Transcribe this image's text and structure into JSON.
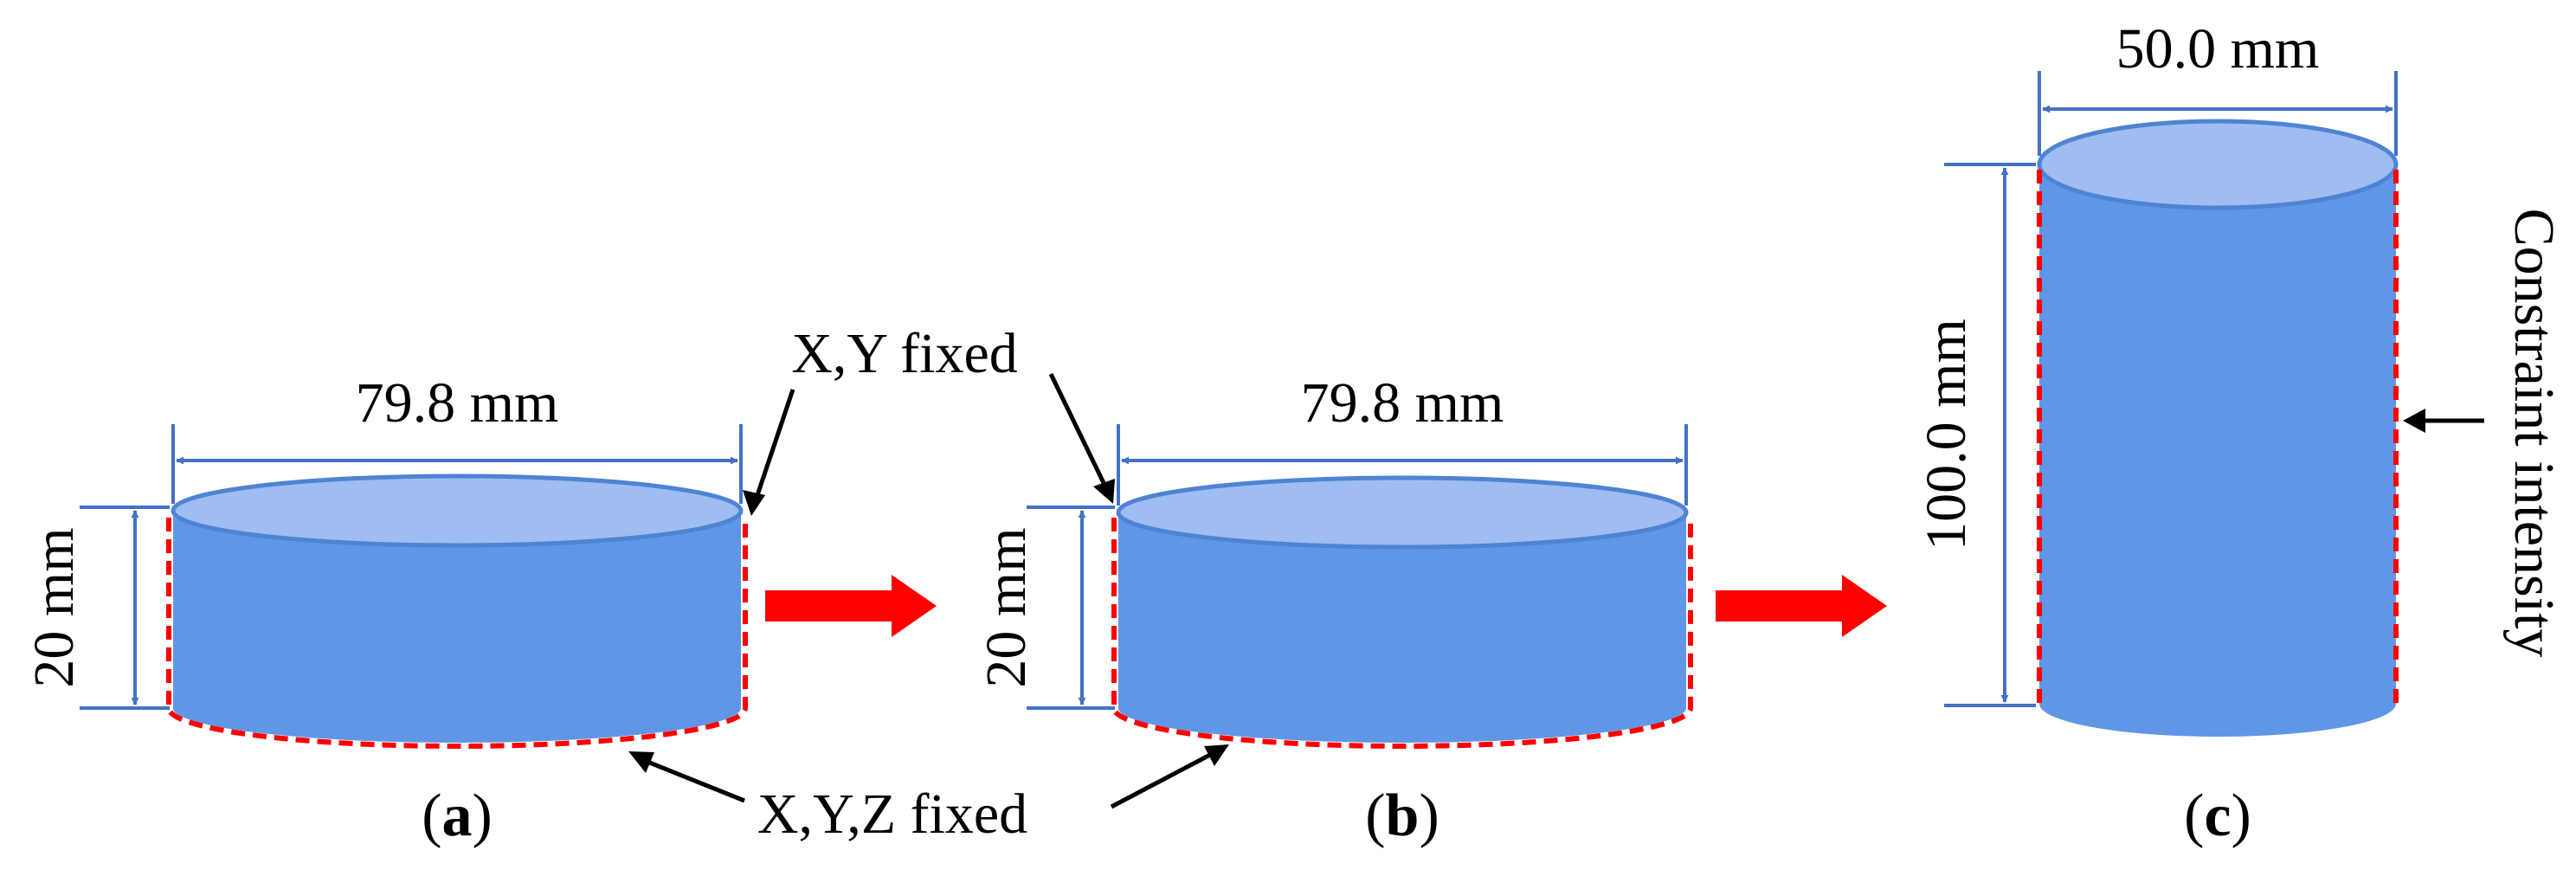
{
  "colors": {
    "body": "#6096e6",
    "top_face": "#9fbdf0",
    "edge": "#4f83d4",
    "dimension": "#4472c4",
    "constraint_red": "#ff0000",
    "pointer": "#000000"
  },
  "panels": [
    {
      "id": "a",
      "width_label": "79.8 mm",
      "height_label": "20 mm",
      "caption_open": "(",
      "caption_letter": "a",
      "caption_close": ")"
    },
    {
      "id": "b",
      "width_label": "79.8 mm",
      "height_label": "20 mm",
      "caption_open": "(",
      "caption_letter": "b",
      "caption_close": ")"
    },
    {
      "id": "c",
      "width_label": "50.0 mm",
      "height_label": "100.0 mm",
      "caption_open": "(",
      "caption_letter": "c",
      "caption_close": ")"
    }
  ],
  "annotations": {
    "xy_fixed": "X,Y fixed",
    "xyz_fixed": "X,Y,Z fixed",
    "constraint_intensity": "Constraint intensity"
  }
}
